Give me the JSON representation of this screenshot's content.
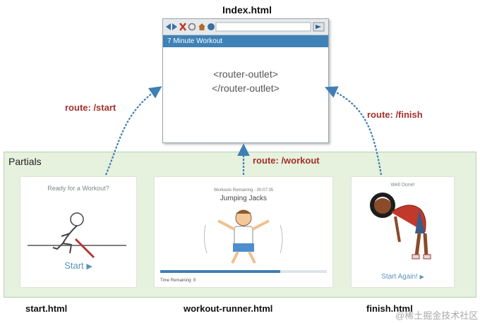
{
  "diagram": {
    "title": "Index.html",
    "browser": {
      "tab_title": "7 Minute Workout",
      "outlet_open": "<router-outlet>",
      "outlet_close": "</router-outlet>"
    },
    "routes": {
      "start": "route: /start",
      "workout": "route: /workout",
      "finish": "route: /finish"
    },
    "partials_label": "Partials",
    "cards": {
      "start": {
        "heading": "Ready for a Workout?",
        "button": "Start"
      },
      "runner": {
        "remaining": "Workouts Remaining - 00:07:35",
        "exercise": "Jumping Jacks",
        "progress": 0.72,
        "time_remaining": "Time Remaining: 9"
      },
      "finish": {
        "heading": "Well Done!",
        "button": "Start Again!"
      }
    },
    "files": {
      "start": "start.html",
      "runner": "workout-runner.html",
      "finish": "finish.html"
    },
    "watermark": "@稀土掘金技术社区",
    "colors": {
      "tab": "#3f82b7",
      "route": "#a4302a",
      "partials_bg": "#e6f1de",
      "arrow": "#3f7fb3"
    }
  }
}
